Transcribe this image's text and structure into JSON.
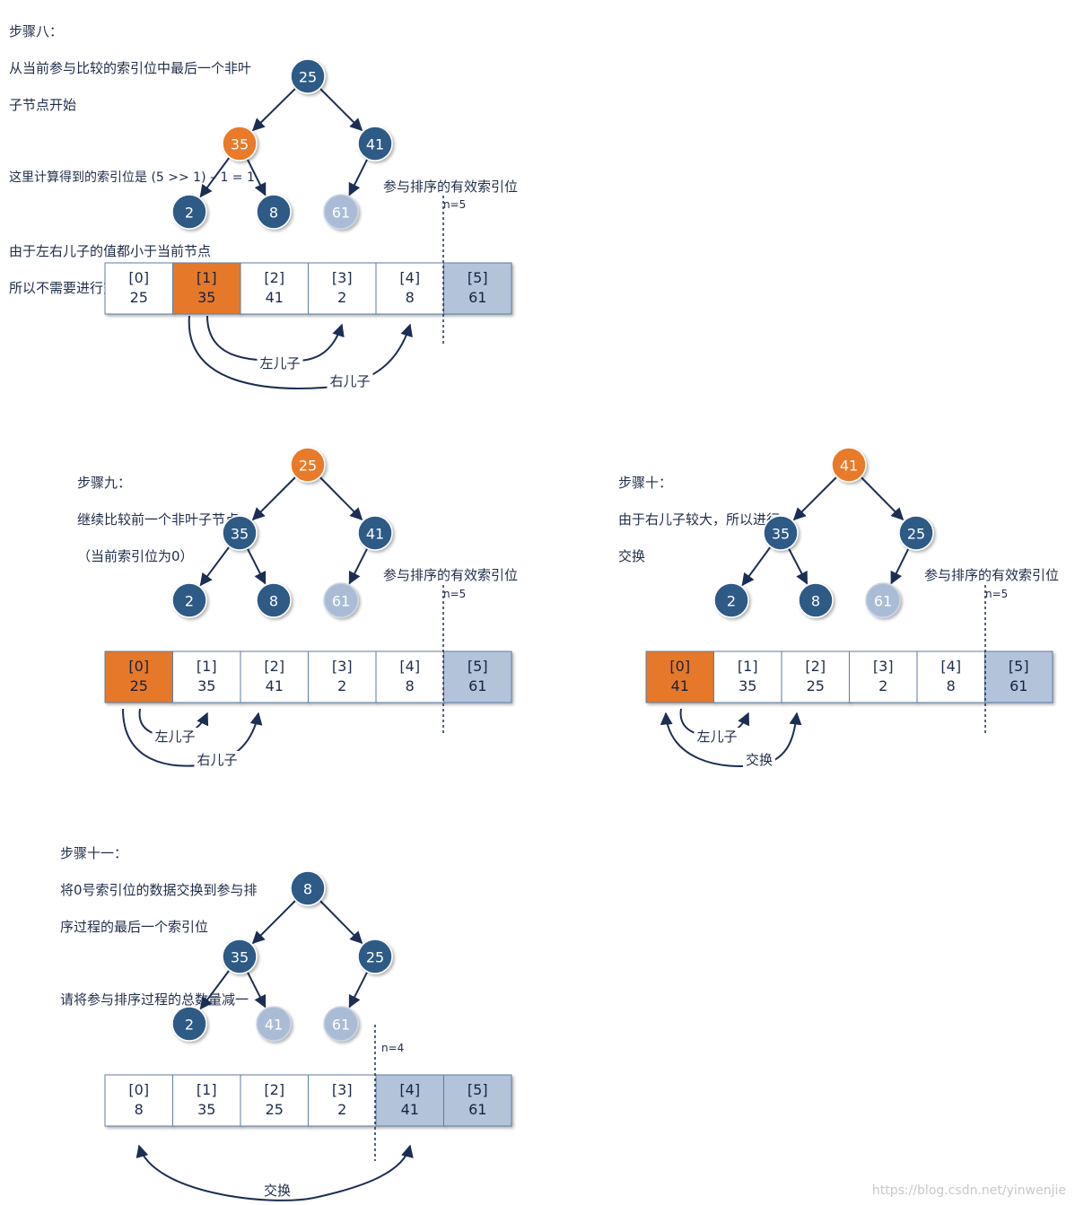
{
  "colors": {
    "node_dark": "#2e5a86",
    "node_orange": "#e87a2a",
    "node_light": "#aabcd5",
    "edge": "#1b2e54",
    "cell_fill": "#ffffff",
    "cell_orange": "#e6782a",
    "cell_light": "#b3c3da",
    "cell_border": "#5e7ea6"
  },
  "panels": [
    {
      "id": "step8",
      "desc_lines": [
        "步骤八：",
        "从当前参与比较的索引位中最后一个非叶",
        "子节点开始",
        "",
        "这里计算得到的索引位是 (5 >> 1)  –  1 = 1",
        "",
        "由于左右儿子的值都小于当前节点",
        "所以不需要进行交换"
      ],
      "nodes": [
        "25",
        "35",
        "41",
        "2",
        "8",
        "61"
      ],
      "node_styles": [
        "dark",
        "orange",
        "dark",
        "dark",
        "dark",
        "light"
      ],
      "valid_label": "参与排序的有效索引位",
      "n_label": "n=5",
      "cells": [
        [
          "[0]",
          "25"
        ],
        [
          "[1]",
          "35"
        ],
        [
          "[2]",
          "41"
        ],
        [
          "[3]",
          "2"
        ],
        [
          "[4]",
          "8"
        ],
        [
          "[5]",
          "61"
        ]
      ],
      "cell_styles": [
        "white",
        "orange",
        "white",
        "white",
        "white",
        "light"
      ],
      "arc_labels": [
        "左儿子",
        "右儿子"
      ]
    },
    {
      "id": "step9",
      "desc_lines": [
        "步骤九：",
        "继续比较前一个非叶子节点",
        "（当前索引位为0）"
      ],
      "nodes": [
        "25",
        "35",
        "41",
        "2",
        "8",
        "61"
      ],
      "node_styles": [
        "orange",
        "dark",
        "dark",
        "dark",
        "dark",
        "light"
      ],
      "valid_label": "参与排序的有效索引位",
      "n_label": "n=5",
      "cells": [
        [
          "[0]",
          "25"
        ],
        [
          "[1]",
          "35"
        ],
        [
          "[2]",
          "41"
        ],
        [
          "[3]",
          "2"
        ],
        [
          "[4]",
          "8"
        ],
        [
          "[5]",
          "61"
        ]
      ],
      "cell_styles": [
        "orange",
        "white",
        "white",
        "white",
        "white",
        "light"
      ],
      "arc_labels": [
        "左儿子",
        "右儿子"
      ]
    },
    {
      "id": "step10",
      "desc_lines": [
        "步骤十：",
        "由于右儿子较大，所以进行",
        "交换"
      ],
      "nodes": [
        "41",
        "35",
        "25",
        "2",
        "8",
        "61"
      ],
      "node_styles": [
        "orange",
        "dark",
        "dark",
        "dark",
        "dark",
        "light"
      ],
      "valid_label": "参与排序的有效索引位",
      "n_label": "n=5",
      "cells": [
        [
          "[0]",
          "41"
        ],
        [
          "[1]",
          "35"
        ],
        [
          "[2]",
          "25"
        ],
        [
          "[3]",
          "2"
        ],
        [
          "[4]",
          "8"
        ],
        [
          "[5]",
          "61"
        ]
      ],
      "cell_styles": [
        "orange",
        "white",
        "white",
        "white",
        "white",
        "light"
      ],
      "arc_labels": [
        "左儿子",
        "交换"
      ]
    },
    {
      "id": "step11",
      "desc_lines": [
        "步骤十一：",
        "将0号索引位的数据交换到参与排",
        "序过程的最后一个索引位",
        "",
        "请将参与排序过程的总数量减一"
      ],
      "nodes": [
        "8",
        "35",
        "25",
        "2",
        "41",
        "61"
      ],
      "node_styles": [
        "dark",
        "dark",
        "dark",
        "dark",
        "light",
        "light"
      ],
      "valid_label": "",
      "n_label": "n=4",
      "cells": [
        [
          "[0]",
          "8"
        ],
        [
          "[1]",
          "35"
        ],
        [
          "[2]",
          "25"
        ],
        [
          "[3]",
          "2"
        ],
        [
          "[4]",
          "41"
        ],
        [
          "[5]",
          "61"
        ]
      ],
      "cell_styles": [
        "white",
        "white",
        "white",
        "white",
        "light",
        "light"
      ],
      "arc_labels": [
        "交换"
      ]
    }
  ],
  "watermark": "https://blog.csdn.net/yinwenjie"
}
